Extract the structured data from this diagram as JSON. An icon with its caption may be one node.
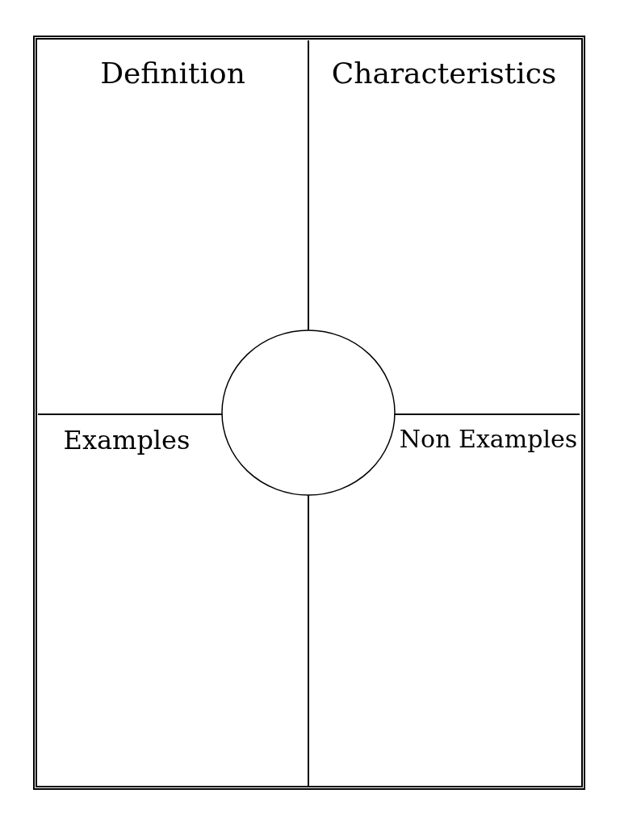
{
  "diagram": {
    "nodes": [
      {
        "text": [
          "Definition"
        ]
      },
      {
        "text": [
          "Characteristics"
        ]
      },
      {
        "text": [
          "Examples"
        ]
      },
      {
        "text": [
          "Non Examples"
        ]
      },
      {
        "text": [],
        "shape": "circle"
      }
    ]
  }
}
